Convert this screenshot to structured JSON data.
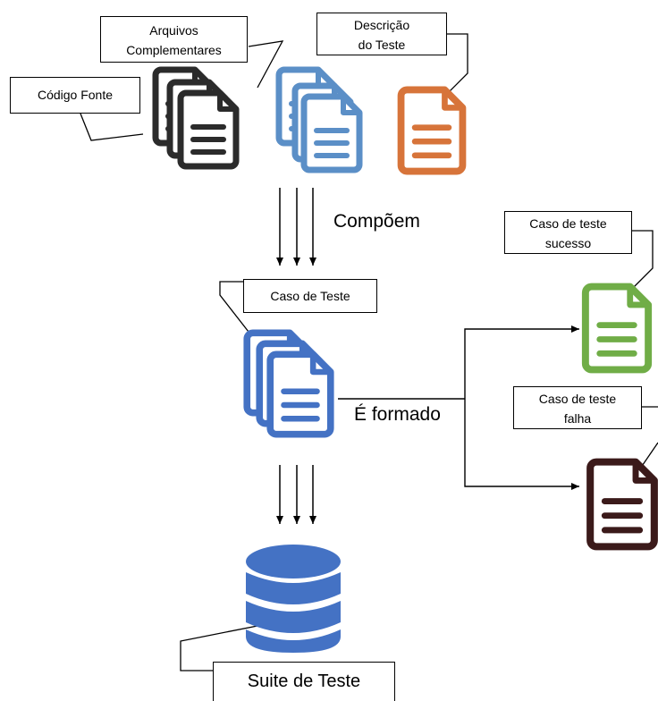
{
  "callouts": {
    "codigo_fonte": "Código Fonte",
    "arquivos_line1": "Arquivos",
    "arquivos_line2": "Complementares",
    "descricao_line1": "Descrição",
    "descricao_line2": "do Teste",
    "caso_de_teste": "Caso de Teste",
    "sucesso_line1": "Caso de teste",
    "sucesso_line2": "sucesso",
    "falha_line1": "Caso de teste",
    "falha_line2": "falha",
    "suite": "Suite de Teste"
  },
  "labels": {
    "compoem": "Compõem",
    "e_formado": "É formado"
  },
  "colors": {
    "black_doc": "#2b2b2b",
    "blue_doc": "#5b8fc7",
    "orange_doc": "#d7743a",
    "deep_blue": "#4472c4",
    "green_doc": "#70ad47",
    "dark_red_doc": "#3b1a1a"
  }
}
